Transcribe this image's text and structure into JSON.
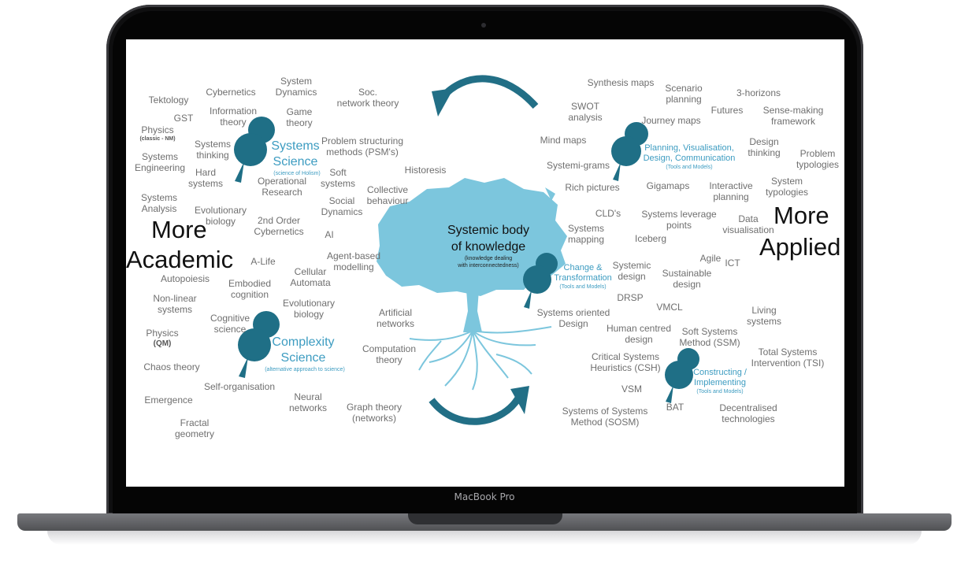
{
  "device_label": "MacBook Pro",
  "tree": {
    "title_line1": "Systemic body",
    "title_line2": "of knowledge",
    "sub_line1": "(knowledge dealing",
    "sub_line2": "with interconnectedness)"
  },
  "axis": {
    "academic_line1": "More",
    "academic_line2": "Academic",
    "applied_line1": "More",
    "applied_line2": "Applied"
  },
  "pins": {
    "systems_science": {
      "line1": "Systems",
      "line2": "Science",
      "sub": "(science of Holism)"
    },
    "complexity_science": {
      "line1": "Complexity",
      "line2": "Science",
      "sub": "(alternative approach to science)"
    },
    "planning": {
      "line1": "Planning, Visualisation,",
      "line2": "Design, Communication",
      "sub": "(Tools and Models)"
    },
    "change": {
      "line1": "Change &",
      "line2": "Transformation",
      "sub": "(Tools and Models)"
    },
    "constructing": {
      "line1": "Constructing /",
      "line2": "Implementing",
      "sub": "(Tools and Models)"
    }
  },
  "left_terms": {
    "tektology": "Tektology",
    "cybernetics": "Cybernetics",
    "system_dynamics_1": "System",
    "system_dynamics_2": "Dynamics",
    "soc_network_1": "Soc.",
    "soc_network_2": "network theory",
    "gst": "GST",
    "information_theory_1": "Information",
    "information_theory_2": "theory",
    "game_theory_1": "Game",
    "game_theory_2": "theory",
    "physics_classic_1": "Physics",
    "physics_classic_2": "(classic - NM)",
    "psm_1": "Problem structuring",
    "psm_2": "methods (PSM's)",
    "systems_thinking_1": "Systems",
    "systems_thinking_2": "thinking",
    "systems_engineering_1": "Systems",
    "systems_engineering_2": "Engineering",
    "hard_systems_1": "Hard",
    "hard_systems_2": "systems",
    "operational_research_1": "Operational",
    "operational_research_2": "Research",
    "soft_systems_1": "Soft",
    "soft_systems_2": "systems",
    "historesis": "Historesis",
    "collective_1": "Collective",
    "collective_2": "behaviour",
    "systems_analysis_1": "Systems",
    "systems_analysis_2": "Analysis",
    "evolutionary_biology_1": "Evolutionary",
    "evolutionary_biology_2": "biology",
    "second_order_1": "2nd Order",
    "second_order_2": "Cybernetics",
    "social_dynamics_1": "Social",
    "social_dynamics_2": "Dynamics",
    "ai": "AI",
    "alife": "A-Life",
    "agent_based_1": "Agent-based",
    "agent_based_2": "modelling",
    "autopoiesis": "Autopoiesis",
    "cellular_1": "Cellular",
    "cellular_2": "Automata",
    "embodied_1": "Embodied",
    "embodied_2": "cognition",
    "nonlinear_1": "Non-linear",
    "nonlinear_2": "systems",
    "evolutionary_biology_b_1": "Evolutionary",
    "evolutionary_biology_b_2": "biology",
    "artificial_networks_1": "Artificial",
    "artificial_networks_2": "networks",
    "cognitive_science_1": "Cognitive",
    "cognitive_science_2": "science",
    "physics_qm_1": "Physics",
    "physics_qm_2": "(QM)",
    "chaos_theory": "Chaos theory",
    "computation_theory_1": "Computation",
    "computation_theory_2": "theory",
    "self_organisation": "Self-organisation",
    "emergence": "Emergence",
    "neural_networks_1": "Neural",
    "neural_networks_2": "networks",
    "graph_theory_1": "Graph theory",
    "graph_theory_2": "(networks)",
    "fractal_1": "Fractal",
    "fractal_2": "geometry"
  },
  "right_terms": {
    "synthesis_maps": "Synthesis maps",
    "scenario_1": "Scenario",
    "scenario_2": "planning",
    "three_horizons": "3-horizons",
    "swot_1": "SWOT",
    "swot_2": "analysis",
    "futures": "Futures",
    "sense_making_1": "Sense-making",
    "sense_making_2": "framework",
    "journey_maps": "Journey maps",
    "mind_maps": "Mind maps",
    "design_thinking_1": "Design",
    "design_thinking_2": "thinking",
    "problem_typologies_1": "Problem",
    "problem_typologies_2": "typologies",
    "systemi_grams": "Systemi-grams",
    "system_typologies_1": "System",
    "system_typologies_2": "typologies",
    "rich_pictures": "Rich pictures",
    "gigamaps": "Gigamaps",
    "interactive_planning_1": "Interactive",
    "interactive_planning_2": "planning",
    "clds": "CLD's",
    "leverage_1": "Systems leverage",
    "leverage_2": "points",
    "data_vis_1": "Data",
    "data_vis_2": "visualisation",
    "systems_mapping_1": "Systems",
    "systems_mapping_2": "mapping",
    "iceberg": "Iceberg",
    "agile": "Agile",
    "ict": "ICT",
    "systemic_design_1": "Systemic",
    "systemic_design_2": "design",
    "sustainable_1": "Sustainable",
    "sustainable_2": "design",
    "drsp": "DRSP",
    "vmcl": "VMCL",
    "systems_oriented_1": "Systems oriented",
    "systems_oriented_2": "Design",
    "living_systems_1": "Living",
    "living_systems_2": "systems",
    "human_centred_1": "Human centred",
    "human_centred_2": "design",
    "ssm_1": "Soft Systems",
    "ssm_2": "Method (SSM)",
    "total_systems_1": "Total Systems",
    "total_systems_2": "Intervention (TSI)",
    "csh_1": "Critical Systems",
    "csh_2": "Heuristics (CSH)",
    "vsm": "VSM",
    "bat": "BAT",
    "decentralised_1": "Decentralised",
    "decentralised_2": "technologies",
    "sosm_1": "Systems of Systems",
    "sosm_2": "Method (SOSM)"
  },
  "colors": {
    "tree": "#7cc6dd",
    "pin": "#1f6f86",
    "arrow": "#226f86",
    "accent_text": "#3d9cc1"
  }
}
